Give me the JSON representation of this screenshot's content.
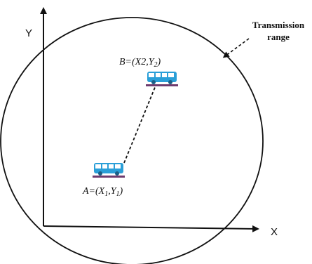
{
  "axes": {
    "x_label": "X",
    "y_label": "Y"
  },
  "range_label": {
    "line1": "Transmission",
    "line2": "range"
  },
  "nodes": {
    "a": {
      "prefix": "A=(X",
      "sub1": "1",
      "mid": ",Y",
      "sub2": "1",
      "suffix": ")"
    },
    "b": {
      "prefix": "B=(X2,Y",
      "sub": "2",
      "suffix": ")"
    }
  },
  "colors": {
    "bus_body": "#2a9fd8",
    "bus_window": "#ffffff",
    "road": "#6e3b6e",
    "line": "#111111"
  },
  "icons": {
    "vehicle": "bus-icon"
  }
}
